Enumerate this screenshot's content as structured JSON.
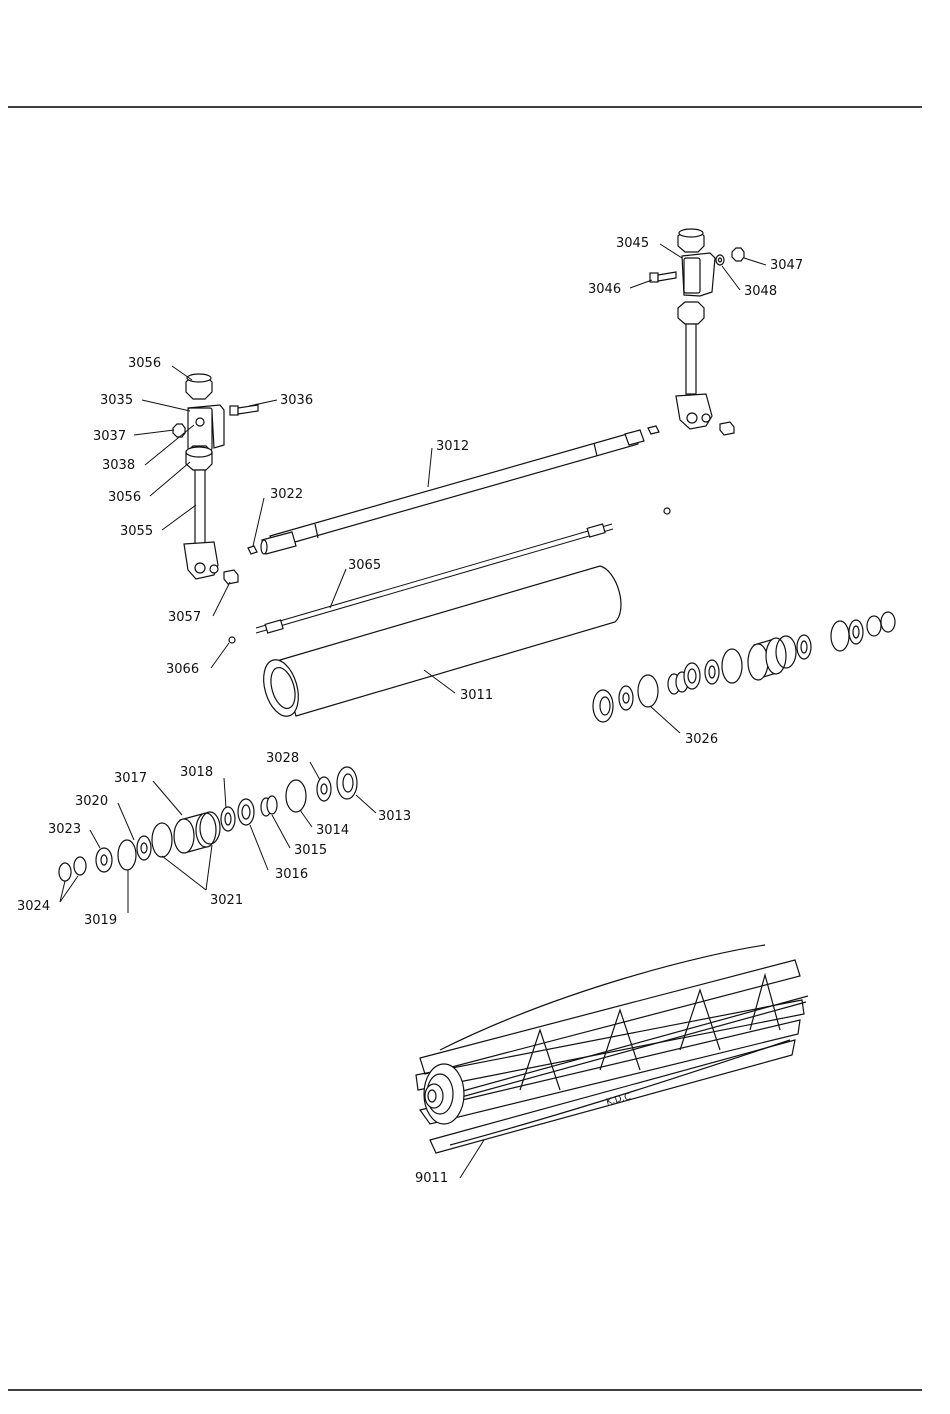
{
  "labels": {
    "p3011": "3011",
    "p3012": "3012",
    "p3013": "3013",
    "p3014": "3014",
    "p3015": "3015",
    "p3016": "3016",
    "p3017": "3017",
    "p3018": "3018",
    "p3019": "3019",
    "p3020": "3020",
    "p3021": "3021",
    "p3022": "3022",
    "p3023": "3023",
    "p3024": "3024",
    "p3026": "3026",
    "p3028": "3028",
    "p3035": "3035",
    "p3036": "3036",
    "p3037": "3037",
    "p3038": "3038",
    "p3045": "3045",
    "p3046": "3046",
    "p3047": "3047",
    "p3048": "3048",
    "p3055": "3055",
    "p3056a": "3056",
    "p3056b": "3056",
    "p3057": "3057",
    "p3065": "3065",
    "p3066": "3066",
    "p9011": "9011"
  },
  "signature": "K.D.C"
}
